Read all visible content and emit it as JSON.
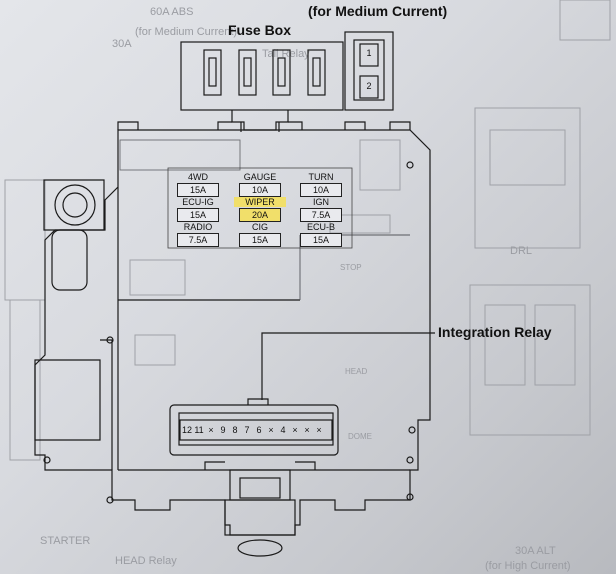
{
  "labels": {
    "medium_current": "(for Medium Current)",
    "fuse_box": "Fuse Box",
    "integration_relay": "Integration Relay"
  },
  "medium_slots": [
    "1",
    "2"
  ],
  "fuses": [
    {
      "name": "4WD",
      "amp": "15A"
    },
    {
      "name": "GAUGE",
      "amp": "10A"
    },
    {
      "name": "TURN",
      "amp": "10A"
    },
    {
      "name": "ECU-IG",
      "amp": "15A"
    },
    {
      "name": "WIPER",
      "amp": "20A",
      "highlight": true
    },
    {
      "name": "IGN",
      "amp": "7.5A"
    },
    {
      "name": "RADIO",
      "amp": "7.5A"
    },
    {
      "name": "CIG",
      "amp": "15A"
    },
    {
      "name": "ECU-B",
      "amp": "15A"
    }
  ],
  "relay_pins": [
    "12",
    "11",
    "×",
    "9",
    "8",
    "7",
    "6",
    "×",
    "4",
    "×",
    "×",
    "×"
  ],
  "bleed_through": {
    "a": "60A ABS",
    "b": "(for Medium Current)",
    "c": "Tail Relay",
    "d": "30A",
    "e": "STARTER",
    "f": "HEAD Relay",
    "g": "30A ALT",
    "h": "(for High Current)",
    "i": "DRL",
    "j": "STOP",
    "k": "HEAD",
    "l": "DOME"
  },
  "colors": {
    "highlight": "#f1df6a",
    "line": "#1a1a1a",
    "ghost": "#9a9ca2"
  }
}
